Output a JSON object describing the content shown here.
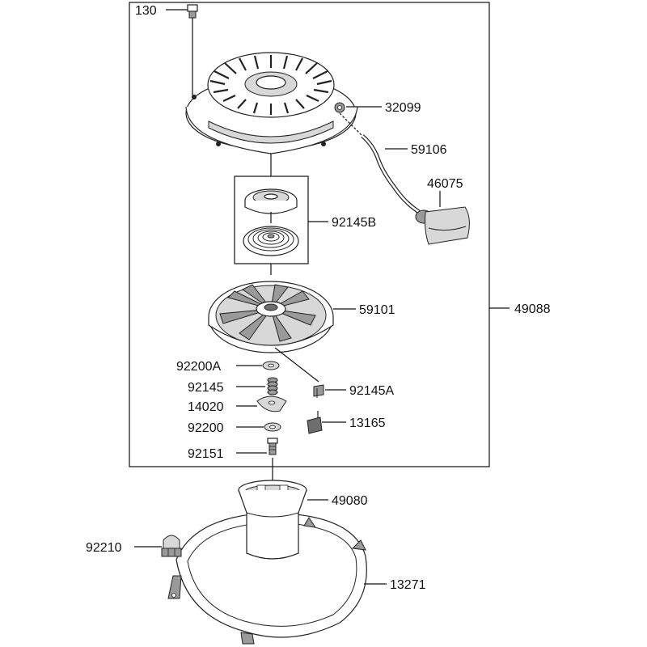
{
  "callouts": {
    "p130": "130",
    "p32099": "32099",
    "p59106": "59106",
    "p46075": "46075",
    "p92145B": "92145B",
    "p59101": "59101",
    "p49088": "49088",
    "p92200A": "92200A",
    "p92145": "92145",
    "p92145A": "92145A",
    "p14020": "14020",
    "p92200": "92200",
    "p13165": "13165",
    "p92151": "92151",
    "p49080": "49080",
    "p92210": "92210",
    "p13271": "13271"
  }
}
